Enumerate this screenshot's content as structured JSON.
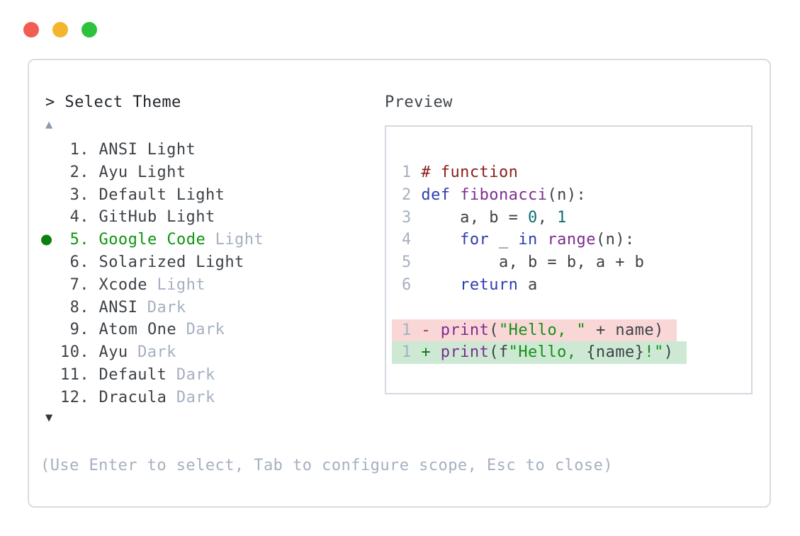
{
  "colors": {
    "window_border": "#d9dce3",
    "preview_border": "#d4d8e0",
    "title_text": "#212529",
    "list_text": "#3d4247",
    "muted_text": "#a6b0c0",
    "selected_green": "#109410",
    "bullet_green": "#0d7f0d",
    "diff_delete_bg": "#f9d7d7",
    "diff_insert_bg": "#cde9d3",
    "traffic_red": "#f25d53",
    "traffic_yellow": "#f4b52e",
    "traffic_green": "#2ec23c"
  },
  "titlebar": {
    "buttons": [
      {
        "name": "close",
        "color": "#f25d53"
      },
      {
        "name": "minimize",
        "color": "#f4b52e"
      },
      {
        "name": "zoom",
        "color": "#2ec23c"
      }
    ]
  },
  "picker": {
    "prompt": "> Select Theme",
    "scroll_up": "▲",
    "scroll_down": "▼",
    "selected_number": "5.",
    "items": [
      {
        "number": "1.",
        "name": "ANSI",
        "variant": "Light",
        "variant_muted": false,
        "selected": false
      },
      {
        "number": "2.",
        "name": "Ayu",
        "variant": "Light",
        "variant_muted": false,
        "selected": false
      },
      {
        "number": "3.",
        "name": "Default",
        "variant": "Light",
        "variant_muted": false,
        "selected": false
      },
      {
        "number": "4.",
        "name": "GitHub",
        "variant": "Light",
        "variant_muted": false,
        "selected": false
      },
      {
        "number": "5.",
        "name": "Google Code",
        "variant": "Light",
        "variant_muted": true,
        "selected": true
      },
      {
        "number": "6.",
        "name": "Solarized",
        "variant": "Light",
        "variant_muted": false,
        "selected": false
      },
      {
        "number": "7.",
        "name": "Xcode",
        "variant": "Light",
        "variant_muted": true,
        "selected": false
      },
      {
        "number": "8.",
        "name": "ANSI",
        "variant": "Dark",
        "variant_muted": true,
        "selected": false
      },
      {
        "number": "9.",
        "name": "Atom One",
        "variant": "Dark",
        "variant_muted": true,
        "selected": false
      },
      {
        "number": "10.",
        "name": "Ayu",
        "variant": "Dark",
        "variant_muted": true,
        "selected": false
      },
      {
        "number": "11.",
        "name": "Default",
        "variant": "Dark",
        "variant_muted": true,
        "selected": false
      },
      {
        "number": "12.",
        "name": "Dracula",
        "variant": "Dark",
        "variant_muted": true,
        "selected": false
      }
    ],
    "hint": "(Use Enter to select, Tab to configure scope, Esc to close)"
  },
  "preview": {
    "title": "Preview",
    "lines": [
      {
        "tokens": [
          [
            "ln",
            "1 "
          ],
          [
            "com",
            "# function"
          ]
        ]
      },
      {
        "tokens": [
          [
            "ln",
            "2 "
          ],
          [
            "kw",
            "def"
          ],
          [
            "pl",
            " "
          ],
          [
            "fn",
            "fibonacci"
          ],
          [
            "pl",
            "(n):"
          ]
        ]
      },
      {
        "tokens": [
          [
            "ln",
            "3 "
          ],
          [
            "pl",
            "    a, b = "
          ],
          [
            "num",
            "0"
          ],
          [
            "pl",
            ", "
          ],
          [
            "num",
            "1"
          ]
        ]
      },
      {
        "tokens": [
          [
            "ln",
            "4 "
          ],
          [
            "pl",
            "    "
          ],
          [
            "kw",
            "for"
          ],
          [
            "pl",
            " _ "
          ],
          [
            "kw",
            "in"
          ],
          [
            "pl",
            " "
          ],
          [
            "fn",
            "range"
          ],
          [
            "pl",
            "(n):"
          ]
        ]
      },
      {
        "tokens": [
          [
            "ln",
            "5 "
          ],
          [
            "pl",
            "        a, b = b, a + b"
          ]
        ]
      },
      {
        "tokens": [
          [
            "ln",
            "6 "
          ],
          [
            "pl",
            "    "
          ],
          [
            "kw",
            "return"
          ],
          [
            "pl",
            " a"
          ]
        ]
      },
      {
        "blank": true
      },
      {
        "bg": "del",
        "tokens": [
          [
            "ln",
            "1 "
          ],
          [
            "del",
            "-"
          ],
          [
            "pl",
            " "
          ],
          [
            "fn",
            "print"
          ],
          [
            "pl",
            "("
          ],
          [
            "str",
            "\"Hello, \""
          ],
          [
            "pl",
            " + name)"
          ]
        ]
      },
      {
        "bg": "ins",
        "tokens": [
          [
            "ln",
            "1 "
          ],
          [
            "ins",
            "+"
          ],
          [
            "pl",
            " "
          ],
          [
            "fn",
            "print"
          ],
          [
            "pl",
            "(f"
          ],
          [
            "str",
            "\"Hello, "
          ],
          [
            "pl",
            "{name}"
          ],
          [
            "str",
            "!\""
          ],
          [
            "pl",
            ")"
          ]
        ]
      }
    ]
  }
}
